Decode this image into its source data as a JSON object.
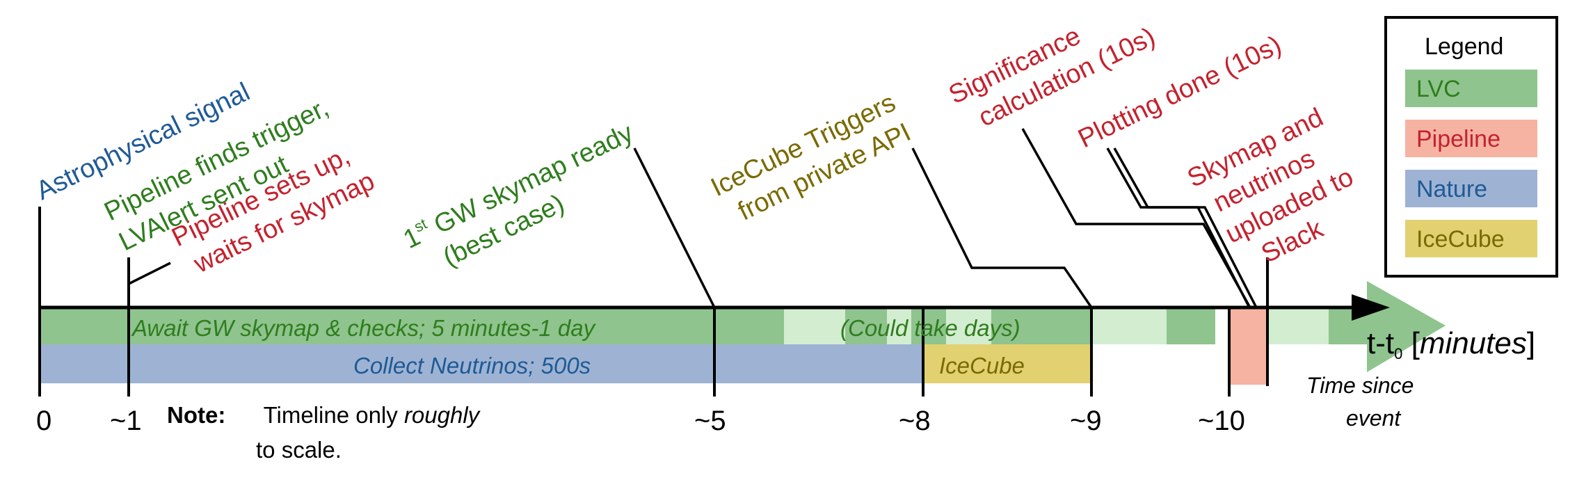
{
  "events": {
    "astro": "Astrophysical signal",
    "trigger_l1": "Pipeline finds trigger,",
    "trigger_l2": "LVAlert sent out",
    "setup_l1": "Pipeline sets up,",
    "setup_l2": "waits for skymap",
    "skymap_sup": "st",
    "skymap_l1_pre": "1",
    "skymap_l1_post": " GW skymap ready",
    "skymap_l2": "(best case)",
    "icecube_l1": "IceCube Triggers",
    "icecube_l2": "from private API",
    "signif_l1": "Significance",
    "signif_l2": "calculation (10s)",
    "plot": "Plotting done (10s)",
    "slack_l1": "Skymap and",
    "slack_l2": "neutrinos",
    "slack_l3": "uploaded to",
    "slack_l4": "Slack"
  },
  "bars": {
    "await": "Await GW skymap & checks; 5 minutes-1 day",
    "could": "(Could take days)",
    "collect": "Collect Neutrinos; 500s",
    "icecube": "IceCube"
  },
  "ticks": [
    "0",
    "~1",
    "~5",
    "~8",
    "~9",
    "~10"
  ],
  "axis": {
    "label_pre": "t-t",
    "label_sub": "0",
    "label_bracket_open": " [",
    "label_units": "minutes",
    "label_bracket_close": "]",
    "caption_l1": "Time since",
    "caption_l2": "event"
  },
  "note": {
    "bold": "Note:",
    "l1_pre": " Timeline only ",
    "l1_em": "roughly",
    "l2": "to scale."
  },
  "legend": {
    "title": "Legend",
    "items": [
      {
        "label": "LVC",
        "color": "#8fc48e"
      },
      {
        "label": "Pipeline",
        "color": "#f6b3a1"
      },
      {
        "label": "Nature",
        "color": "#9eb3d3"
      },
      {
        "label": "IceCube",
        "color": "#e2d171"
      }
    ]
  },
  "colors": {
    "lvc_dark": "#8fc48e",
    "lvc_light": "#d3edd0",
    "pipeline": "#f6b3a1",
    "nature": "#9eb3d3",
    "icecube": "#e2d171"
  }
}
